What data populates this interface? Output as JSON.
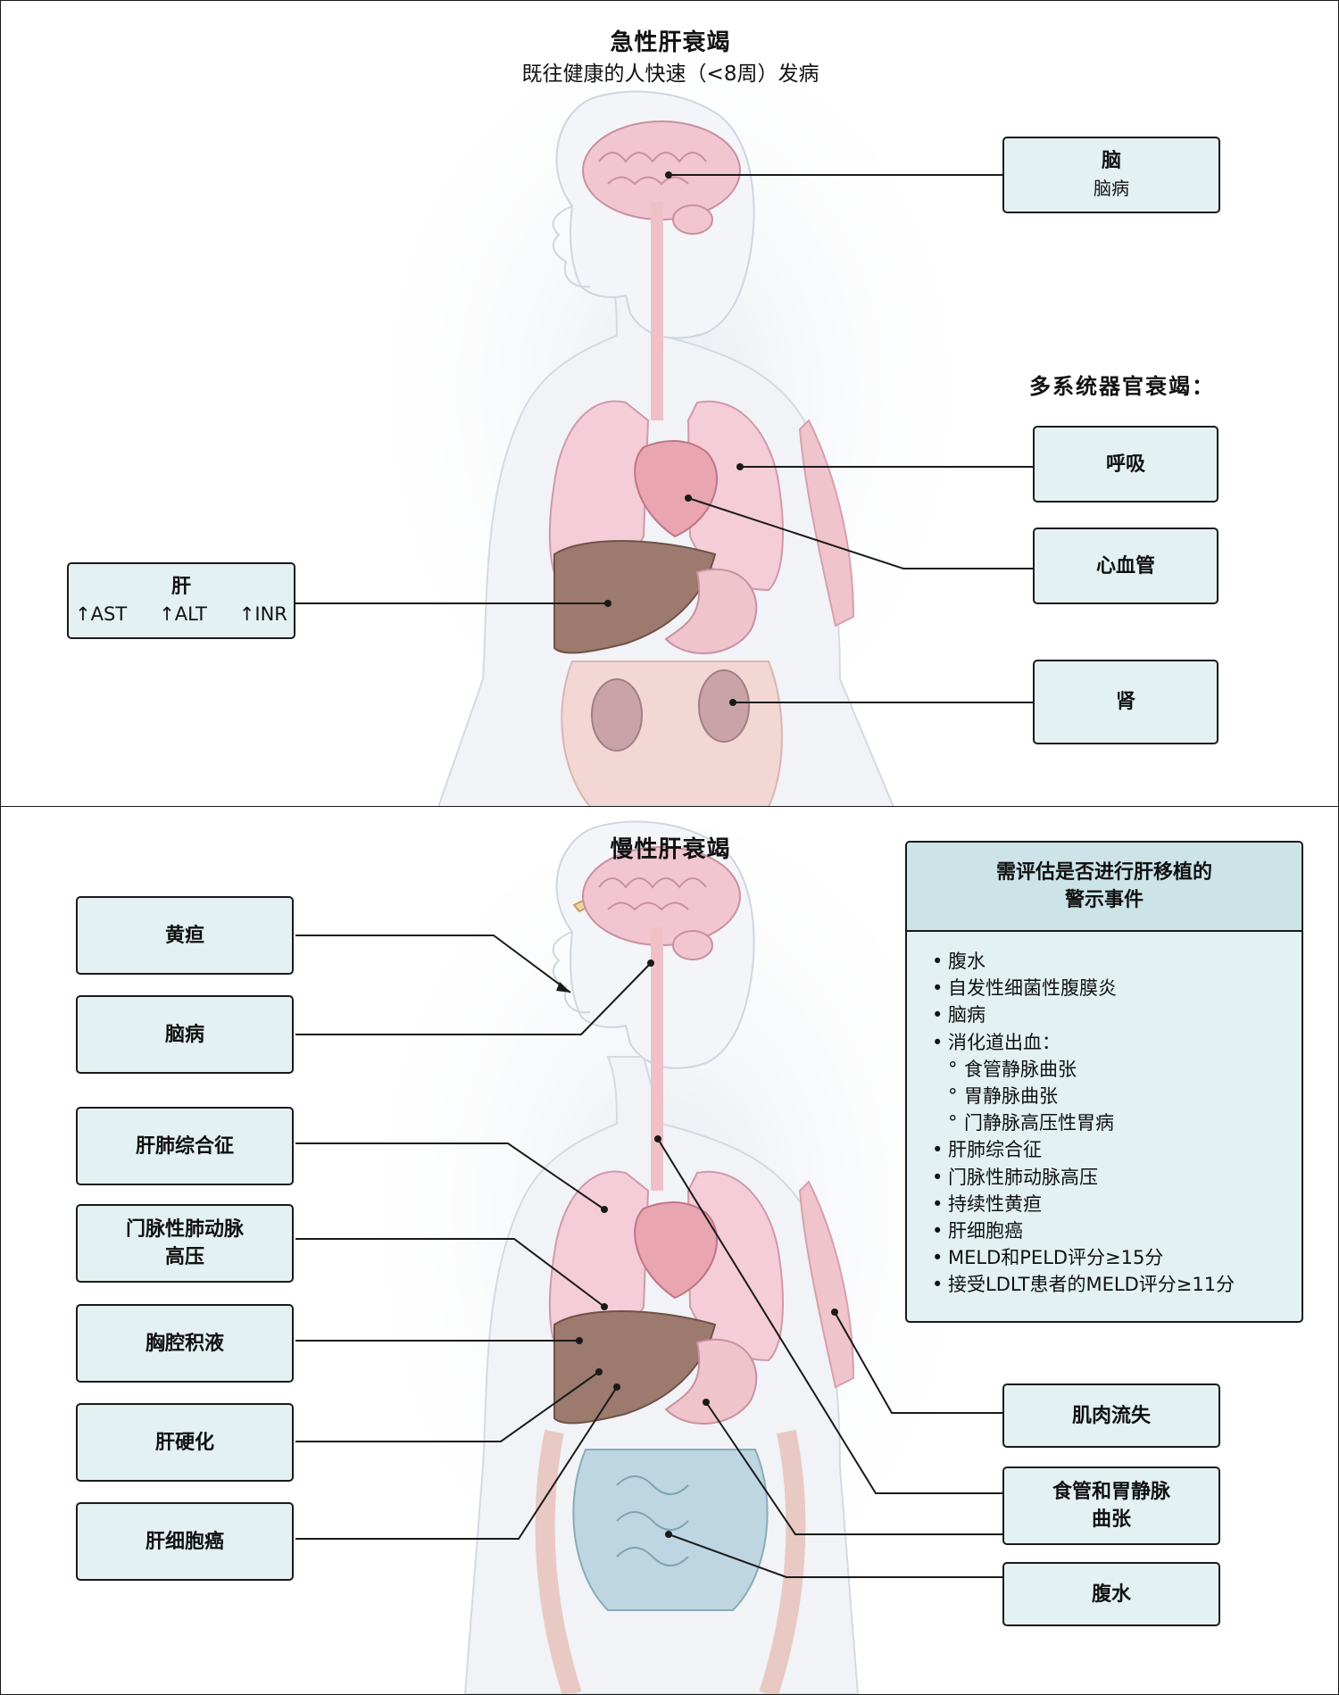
{
  "acute": {
    "title": "急性肝衰竭",
    "subtitle": "既往健康的人快速（<8周）发病",
    "brain_box": {
      "title": "脑",
      "sub": "脑病"
    },
    "multi_heading": "多系统器官衰竭：",
    "respiratory_box": "呼吸",
    "cardio_box": "心血管",
    "kidney_box": "肾",
    "liver_box": {
      "title": "肝",
      "labs": [
        "↑AST",
        "↑ALT",
        "↑INR"
      ]
    }
  },
  "chronic": {
    "title": "慢性肝衰竭",
    "left_boxes": [
      "黄疸",
      "脑病",
      "肝肺综合征",
      "门脉性肺动脉\n高压",
      "胸腔积液",
      "肝硬化",
      "肝细胞癌"
    ],
    "muscle_box": "肌肉流失",
    "varices_box": "食管和胃静脉\n曲张",
    "ascites_box": "腹水",
    "watch": {
      "title_line1": "需评估是否进行肝移植的",
      "title_line2": "警示事件",
      "items": [
        {
          "bullet": "•",
          "text": "腹水"
        },
        {
          "bullet": "•",
          "text": "自发性细菌性腹膜炎"
        },
        {
          "bullet": "•",
          "text": "脑病"
        },
        {
          "bullet": "•",
          "text": "消化道出血："
        },
        {
          "bullet": "°",
          "text": "食管静脉曲张",
          "sub": true
        },
        {
          "bullet": "°",
          "text": "胃静脉曲张",
          "sub": true
        },
        {
          "bullet": "°",
          "text": "门静脉高压性胃病",
          "sub": true
        },
        {
          "bullet": "•",
          "text": "肝肺综合征"
        },
        {
          "bullet": "•",
          "text": "门脉性肺动脉高压"
        },
        {
          "bullet": "•",
          "text": "持续性黄疸"
        },
        {
          "bullet": "•",
          "text": "肝细胞癌"
        },
        {
          "bullet": "•",
          "text": "MELD和PELD评分≥15分"
        },
        {
          "bullet": "•",
          "text": "接受LDLT患者的MELD评分≥11分"
        }
      ]
    }
  }
}
